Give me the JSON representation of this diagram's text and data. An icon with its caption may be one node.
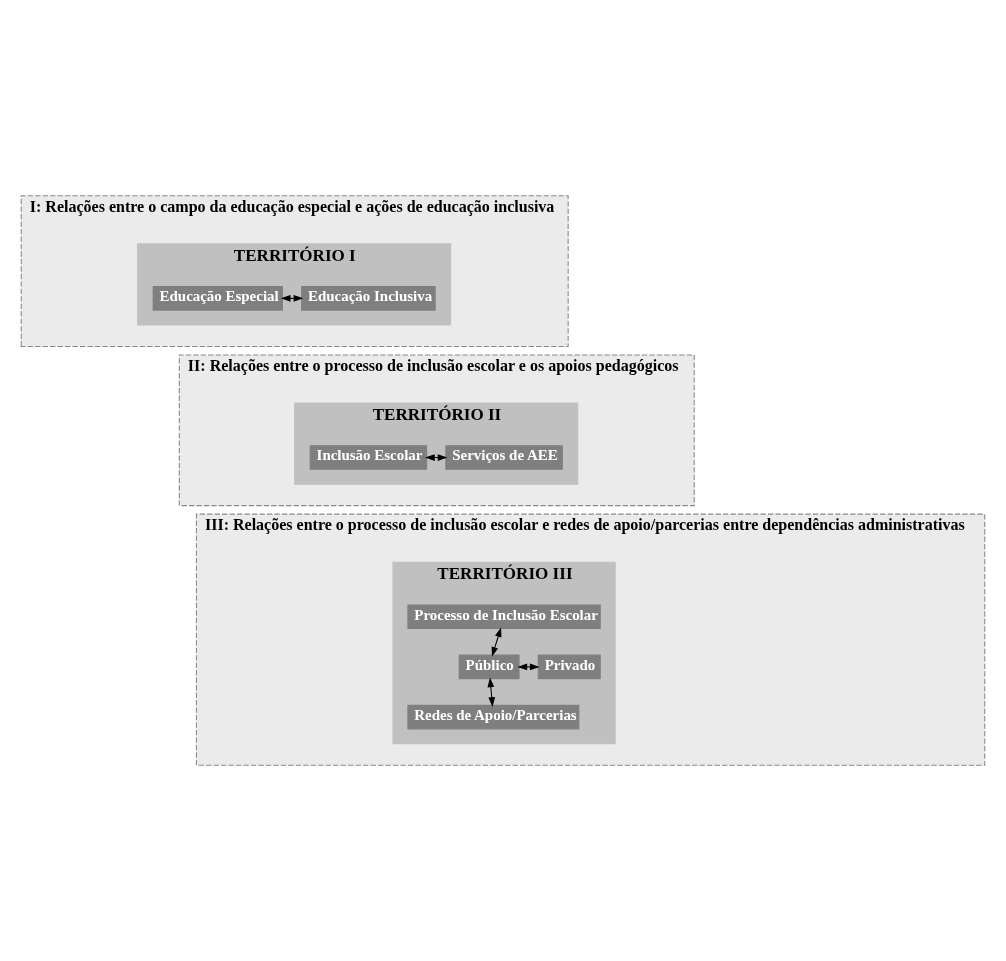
{
  "diagram": {
    "nodes": [
      {
        "text": [
          "I: Relações entre o campo da educação especial e ações de educação inclusiva"
        ]
      },
      {
        "text": [
          "TERRITÓRIO I"
        ],
        "in": 0
      },
      {
        "text": [
          "Educação Especial"
        ],
        "in": 1
      },
      {
        "text": [
          "Educação Inclusiva"
        ],
        "in": 1
      },
      {
        "text": [
          "II: Relações entre o processo de inclusão escolar e os apoios pedagógicos"
        ]
      },
      {
        "text": [
          "TERRITÓRIO II"
        ],
        "in": 4
      },
      {
        "text": [
          "Inclusão Escolar"
        ],
        "in": 5
      },
      {
        "text": [
          "Serviços de AEE"
        ],
        "in": 5
      },
      {
        "text": [
          "III: Relações entre o processo de inclusão escolar e redes de apoio/parcerias entre dependências administrativas"
        ]
      },
      {
        "text": [
          "TERRITÓRIO III"
        ],
        "in": 8
      },
      {
        "text": [
          "Processo de Inclusão Escolar"
        ],
        "in": 9
      },
      {
        "text": [
          "Público"
        ],
        "in": 9
      },
      {
        "text": [
          "Privado"
        ],
        "in": 9
      },
      {
        "text": [
          "Redes de Apoio/Parcerias"
        ],
        "in": 9
      }
    ],
    "edges": [
      {
        "from": 2,
        "to": 3,
        "arrow": "both"
      },
      {
        "from": 6,
        "to": 7,
        "arrow": "both"
      },
      {
        "from": 10,
        "to": 11,
        "arrow": "both"
      },
      {
        "from": 11,
        "to": 12,
        "arrow": "both"
      },
      {
        "from": 11,
        "to": 13,
        "arrow": "both"
      }
    ]
  }
}
